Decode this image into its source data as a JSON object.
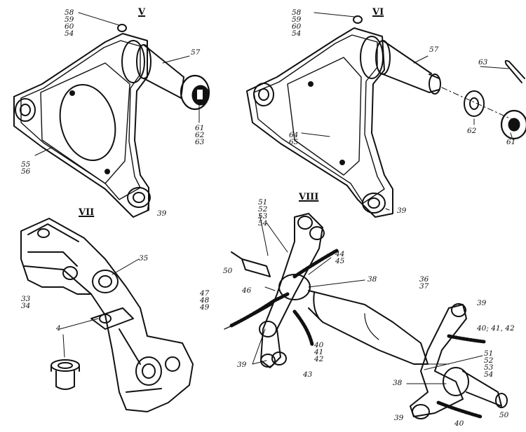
{
  "figure": {
    "views": [
      "V",
      "VI",
      "VII",
      "VIII"
    ],
    "callouts": {
      "v_top_stack": [
        "58",
        "59",
        "60",
        "54"
      ],
      "v_shaft": "57",
      "v_nut_stack": [
        "61",
        "62",
        "63"
      ],
      "v_plate_stack": [
        "55",
        "56"
      ],
      "v_bushing": "39",
      "vi_top_stack": [
        "58",
        "59",
        "60",
        "54"
      ],
      "vi_shaft": "57",
      "vi_pin": "63",
      "vi_washer": "62",
      "vi_nut": "61",
      "vi_plate_stack": [
        "64",
        "65"
      ],
      "vi_bushing": "39",
      "vii_bracket": "35",
      "vii_body_stack": [
        "33",
        "34"
      ],
      "vii_bushing": "4",
      "viii_top_stack": [
        "51",
        "52",
        "53",
        "54"
      ],
      "viii_stud": "50",
      "viii_hose_stack": [
        "44",
        "45"
      ],
      "viii_arm": "46",
      "viii_left_stack": [
        "47",
        "48",
        "49"
      ],
      "viii_axle": "38",
      "viii_tube_stack": [
        "36",
        "37"
      ],
      "viii_right_bushing": "39",
      "viii_right_hose": "40; 41, 42",
      "viii_mid_stack": [
        "40",
        "41",
        "42"
      ],
      "viii_bottom_left": "39",
      "viii_bottom_mid": "43",
      "viii_right_stack": [
        "51",
        "52",
        "53",
        "54"
      ],
      "viii_bottom_axle": "38",
      "viii_bottom_bushing": "39",
      "viii_bottom_hose": "40",
      "viii_bottom_stud": "50"
    }
  }
}
